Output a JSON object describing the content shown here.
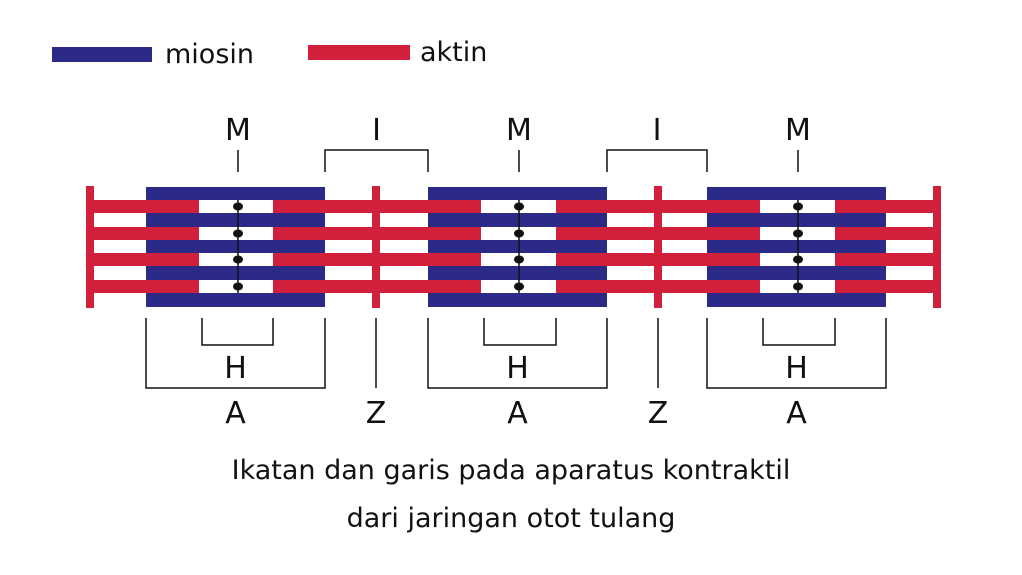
{
  "legend": {
    "myosin_label": "miosin",
    "actin_label": "aktin"
  },
  "colors": {
    "myosin": "#2b2a86",
    "actin": "#d21f3c",
    "line": "#111111"
  },
  "labels": {
    "m": "M",
    "i": "I",
    "h": "H",
    "a": "A",
    "z": "Z"
  },
  "caption": {
    "line1": "Ikatan dan garis pada aparatus kontraktil",
    "line2": "dari jaringan otot tulang"
  }
}
